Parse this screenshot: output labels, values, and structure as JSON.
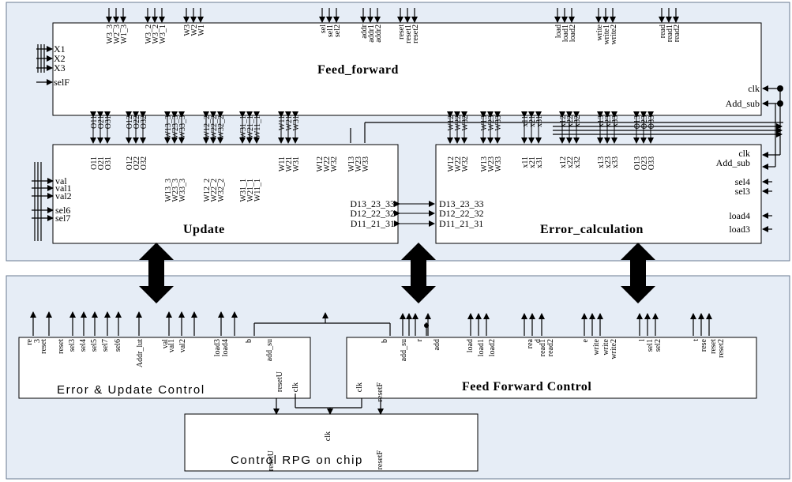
{
  "blocks": {
    "feed_forward": {
      "title": "Feed_forward",
      "left_inputs": [
        "X1",
        "X2",
        "X3",
        "selF"
      ],
      "top_groups": [
        [
          "W3_3",
          "W2_3",
          "W1_3"
        ],
        [
          "W3_2",
          "W3_2",
          "W3_1"
        ],
        [
          "W3",
          "W2",
          "W1"
        ],
        [
          "sel",
          "sel1",
          "sel2"
        ],
        [
          "addr",
          "addr1",
          "addr2"
        ],
        [
          "reset",
          "reset1",
          "reset2"
        ],
        [
          "load",
          "load1",
          "load2"
        ],
        [
          "write",
          "write1",
          "write2"
        ],
        [
          "read",
          "read1",
          "read2"
        ]
      ],
      "bottom_pins": [
        "O11",
        "O21",
        "O31",
        "O12",
        "O22",
        "O32",
        "W13_3",
        "W23_3",
        "W33_3",
        "W12_2",
        "W22_2",
        "W32_2",
        "W31_1",
        "W21_1",
        "W11_1",
        "W11",
        "W21",
        "W31",
        "W12",
        "W22",
        "W32",
        "W13",
        "W23",
        "W33",
        "x11",
        "x21",
        "x31",
        "x12",
        "x22",
        "x32",
        "x13",
        "x23",
        "x33",
        "O13",
        "O23",
        "O33"
      ],
      "right_pins": [
        "clk",
        "Add_sub"
      ]
    },
    "update": {
      "title": "Update",
      "top_pins": [
        "O11",
        "O21",
        "O31",
        "O12",
        "O22",
        "O32",
        "W13_3",
        "W23_3",
        "W33_3",
        "W12_2",
        "W22_2",
        "W32_2",
        "W31_1",
        "W21_1",
        "W11_1",
        "W11",
        "W21",
        "W31",
        "W12",
        "W22",
        "W32",
        "W13",
        "W23",
        "W33"
      ],
      "left_pins": [
        "val",
        "val1",
        "val2",
        "sel6",
        "sel7"
      ],
      "right_pins": [
        "D13_23_33",
        "D12_22_32",
        "D11_21_31"
      ]
    },
    "error_calc": {
      "title": "Error_calculation",
      "top_pins": [
        "W12",
        "W22",
        "W32",
        "W13",
        "W23",
        "W33",
        "x11",
        "x21",
        "x31",
        "x12",
        "x22",
        "x32",
        "x13",
        "x23",
        "x33",
        "O13",
        "O23",
        "O33"
      ],
      "left_pins": [
        "D13_23_33",
        "D12_22_32",
        "D11_21_31"
      ],
      "right_pins": [
        "clk",
        "Add_sub",
        "sel4",
        "sel3",
        "load4",
        "load3"
      ]
    },
    "eu_control": {
      "title": "Error & Update Control",
      "pins": [
        "re\n3",
        "reset",
        "reset",
        "sel3",
        "sel4",
        "sel5",
        "sel7",
        "sel6",
        "Addr_lut",
        "val",
        "val1",
        "val2",
        "load3",
        "load4",
        "b",
        "add_su",
        "resetU",
        "clk"
      ]
    },
    "ff_control": {
      "title": "Feed Forward Control",
      "pins": [
        "b",
        "add_su",
        "r",
        "add",
        "load",
        "load1",
        "load2",
        "rea\nd",
        "read1\nread2",
        "e",
        "write",
        "write\nwrite2",
        "l",
        "sel1",
        "sel2",
        "t",
        "rese",
        "reset\nreset2",
        "clk",
        "resetF"
      ]
    },
    "rpg": {
      "title": "Control RPG on chip",
      "pins": [
        "resetU",
        "clk",
        "resetF"
      ]
    }
  }
}
